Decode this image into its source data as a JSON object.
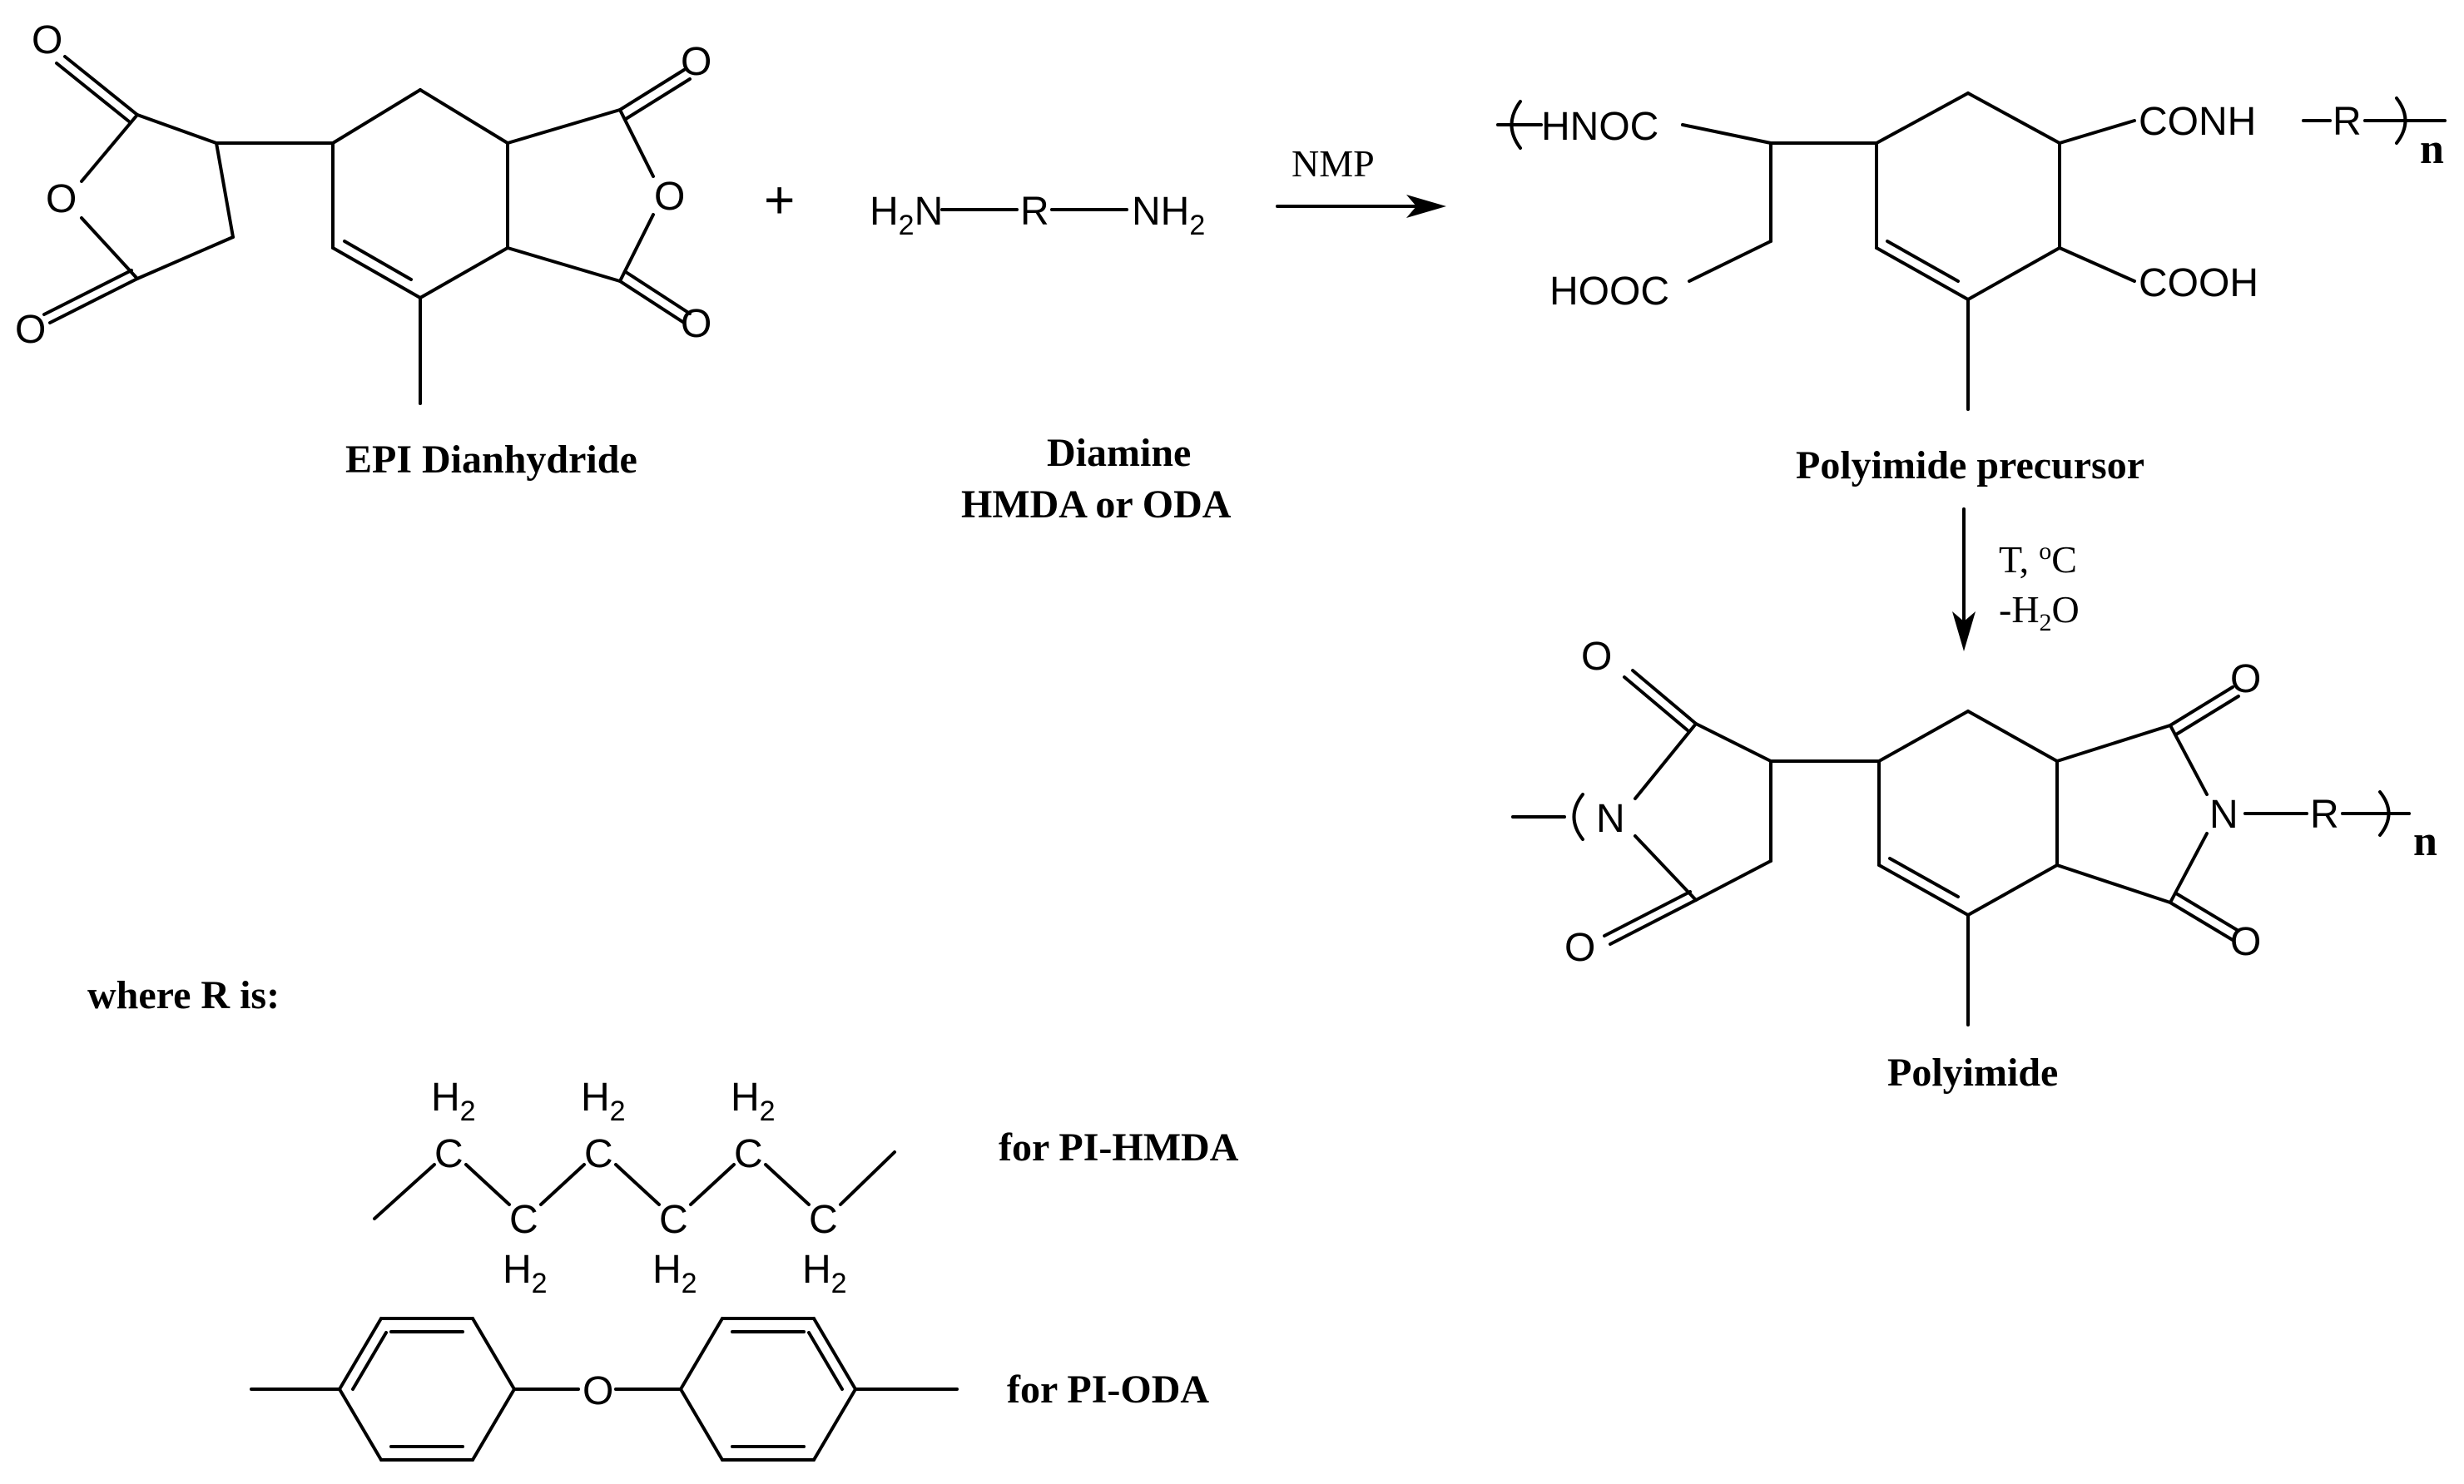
{
  "reactants": {
    "dianhydride": {
      "caption": "EPI Dianhydride"
    },
    "plus": "+",
    "diamine": {
      "caption_line1": "Diamine",
      "caption_line2": "HMDA or ODA",
      "h": "H",
      "two": "2",
      "n": "N",
      "r": "R",
      "nh": "NH"
    }
  },
  "reaction_1": {
    "solvent": "NMP"
  },
  "precursor": {
    "caption": "Polyimide precursor",
    "left_amide": "HNOC",
    "right_amide": "CONH",
    "r": "R",
    "acid_left": "HOOC",
    "acid_right": "COOH",
    "repeat_index": "n"
  },
  "reaction_2": {
    "temperature": "T,",
    "degree": "o",
    "celsius": "C",
    "water_h": "-H",
    "water_two": "2",
    "water_o": "O"
  },
  "polyimide": {
    "caption": "Polyimide",
    "n_atom": "N",
    "r": "R",
    "repeat_index": "n"
  },
  "r_definitions": {
    "heading": "where R is:",
    "hmda_label": "for PI-HMDA",
    "oda_label": "for PI-ODA",
    "h": "H",
    "two": "2",
    "c": "C"
  },
  "atom_symbols": {
    "oxygen": "O"
  }
}
